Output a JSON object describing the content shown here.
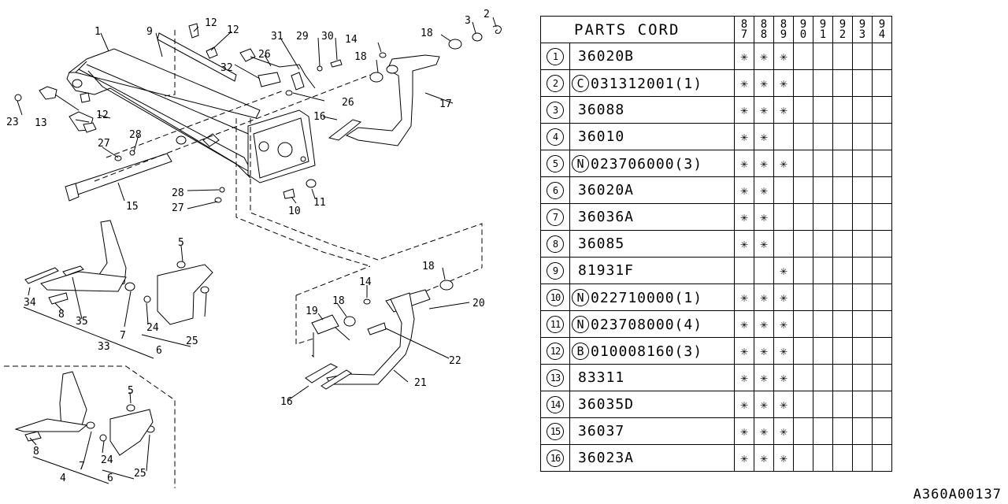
{
  "table": {
    "title": "PARTS CORD",
    "years": [
      [
        "8",
        "7"
      ],
      [
        "8",
        "8"
      ],
      [
        "8",
        "9"
      ],
      [
        "9",
        "0"
      ],
      [
        "9",
        "1"
      ],
      [
        "9",
        "2"
      ],
      [
        "9",
        "3"
      ],
      [
        "9",
        "4"
      ]
    ],
    "mark_symbol": "✳",
    "rows": [
      {
        "num": "1",
        "prefix": "",
        "code": "36020B",
        "marks": [
          1,
          1,
          1,
          0,
          0,
          0,
          0,
          0
        ]
      },
      {
        "num": "2",
        "prefix": "C",
        "code": "031312001(1)",
        "marks": [
          1,
          1,
          1,
          0,
          0,
          0,
          0,
          0
        ]
      },
      {
        "num": "3",
        "prefix": "",
        "code": "36088",
        "marks": [
          1,
          1,
          1,
          0,
          0,
          0,
          0,
          0
        ]
      },
      {
        "num": "4",
        "prefix": "",
        "code": "36010",
        "marks": [
          1,
          1,
          0,
          0,
          0,
          0,
          0,
          0
        ]
      },
      {
        "num": "5",
        "prefix": "N",
        "code": "023706000(3)",
        "marks": [
          1,
          1,
          1,
          0,
          0,
          0,
          0,
          0
        ]
      },
      {
        "num": "6",
        "prefix": "",
        "code": "36020A",
        "marks": [
          1,
          1,
          0,
          0,
          0,
          0,
          0,
          0
        ]
      },
      {
        "num": "7",
        "prefix": "",
        "code": "36036A",
        "marks": [
          1,
          1,
          0,
          0,
          0,
          0,
          0,
          0
        ]
      },
      {
        "num": "8",
        "prefix": "",
        "code": "36085",
        "marks": [
          1,
          1,
          0,
          0,
          0,
          0,
          0,
          0
        ]
      },
      {
        "num": "9",
        "prefix": "",
        "code": "81931F",
        "marks": [
          0,
          0,
          1,
          0,
          0,
          0,
          0,
          0
        ]
      },
      {
        "num": "10",
        "prefix": "N",
        "code": "022710000(1)",
        "marks": [
          1,
          1,
          1,
          0,
          0,
          0,
          0,
          0
        ]
      },
      {
        "num": "11",
        "prefix": "N",
        "code": "023708000(4)",
        "marks": [
          1,
          1,
          1,
          0,
          0,
          0,
          0,
          0
        ]
      },
      {
        "num": "12",
        "prefix": "B",
        "code": "010008160(3)",
        "marks": [
          1,
          1,
          1,
          0,
          0,
          0,
          0,
          0
        ]
      },
      {
        "num": "13",
        "prefix": "",
        "code": "83311",
        "marks": [
          1,
          1,
          1,
          0,
          0,
          0,
          0,
          0
        ]
      },
      {
        "num": "14",
        "prefix": "",
        "code": "36035D",
        "marks": [
          1,
          1,
          1,
          0,
          0,
          0,
          0,
          0
        ]
      },
      {
        "num": "15",
        "prefix": "",
        "code": "36037",
        "marks": [
          1,
          1,
          1,
          0,
          0,
          0,
          0,
          0
        ]
      },
      {
        "num": "16",
        "prefix": "",
        "code": "36023A",
        "marks": [
          1,
          1,
          1,
          0,
          0,
          0,
          0,
          0
        ]
      }
    ]
  },
  "diagram": {
    "callouts": {
      "c1": "1",
      "c9": "9",
      "c12a": "12",
      "c12b": "12",
      "c12c": "12",
      "c23": "23",
      "c13": "13",
      "c27a": "27",
      "c28a": "28",
      "c15": "15",
      "c28b": "28",
      "c27b": "27",
      "c10": "10",
      "c11": "11",
      "c32": "32",
      "c26a": "26",
      "c31": "31",
      "c29": "29",
      "c30": "30",
      "c26b": "26",
      "c14a": "14",
      "c18a": "18",
      "c18b": "18",
      "c3": "3",
      "c2": "2",
      "c17": "17",
      "c16a": "16",
      "c5a": "5",
      "c34": "34",
      "c8a": "8",
      "c35": "35",
      "c7a": "7",
      "c24a": "24",
      "c33": "33",
      "c6a": "6",
      "c25a": "25",
      "c5b": "5",
      "c8b": "8",
      "c7b": "7",
      "c24b": "24",
      "c4": "4",
      "c6b": "6",
      "c25b": "25",
      "c18c": "18",
      "c14b": "14",
      "c18d": "18",
      "c19": "19",
      "c20": "20",
      "c22": "22",
      "c21": "21",
      "c16b": "16"
    }
  },
  "footer": {
    "drawing_id": "A360A00137"
  }
}
